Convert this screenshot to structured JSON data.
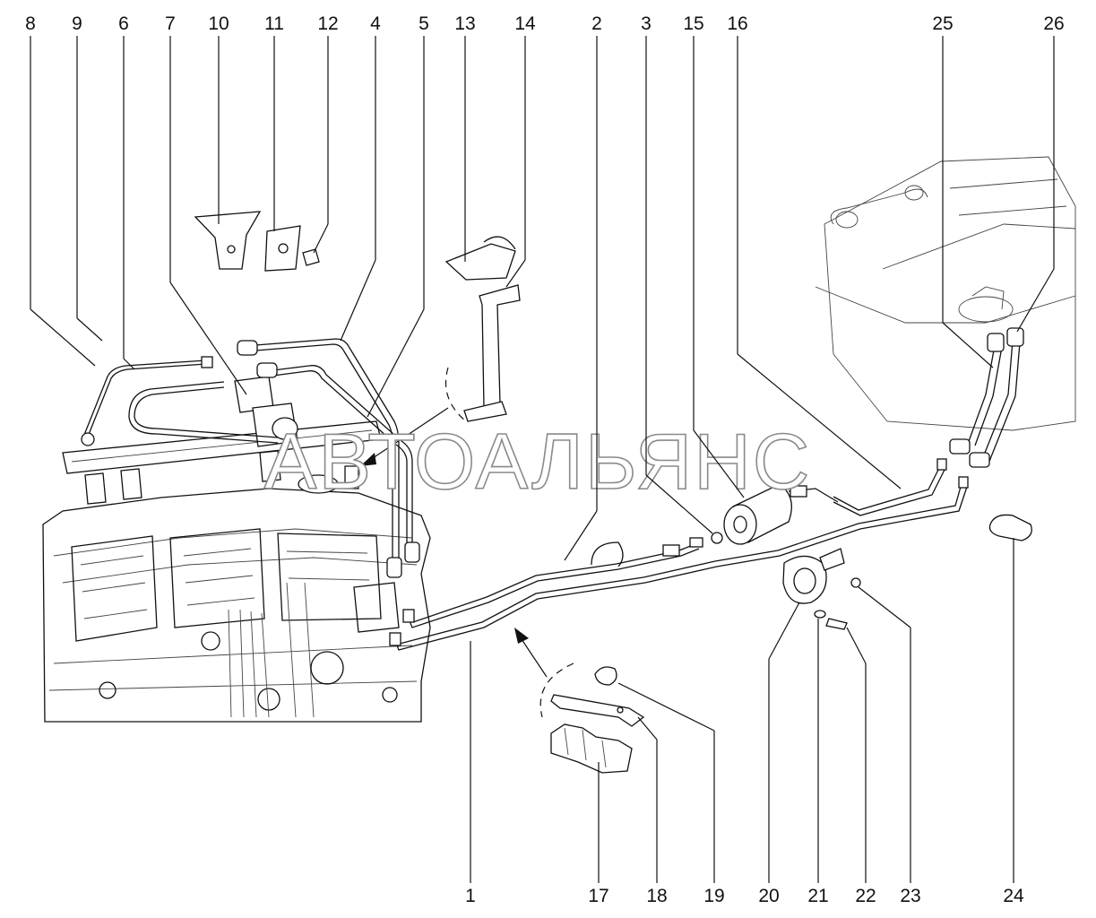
{
  "watermark": "АВТОАЛЬЯНС",
  "callouts": [
    {
      "id": "c1",
      "label": "1"
    },
    {
      "id": "c2",
      "label": "2"
    },
    {
      "id": "c3",
      "label": "3"
    },
    {
      "id": "c4",
      "label": "4"
    },
    {
      "id": "c5",
      "label": "5"
    },
    {
      "id": "c6",
      "label": "6"
    },
    {
      "id": "c7",
      "label": "7"
    },
    {
      "id": "c8",
      "label": "8"
    },
    {
      "id": "c9",
      "label": "9"
    },
    {
      "id": "c10",
      "label": "10"
    },
    {
      "id": "c11",
      "label": "11"
    },
    {
      "id": "c12",
      "label": "12"
    },
    {
      "id": "c13",
      "label": "13"
    },
    {
      "id": "c14",
      "label": "14"
    },
    {
      "id": "c15",
      "label": "15"
    },
    {
      "id": "c16",
      "label": "16"
    },
    {
      "id": "c17",
      "label": "17"
    },
    {
      "id": "c18",
      "label": "18"
    },
    {
      "id": "c19",
      "label": "19"
    },
    {
      "id": "c20",
      "label": "20"
    },
    {
      "id": "c21",
      "label": "21"
    },
    {
      "id": "c22",
      "label": "22"
    },
    {
      "id": "c23",
      "label": "23"
    },
    {
      "id": "c24",
      "label": "24"
    },
    {
      "id": "c25",
      "label": "25"
    },
    {
      "id": "c26",
      "label": "26"
    }
  ]
}
